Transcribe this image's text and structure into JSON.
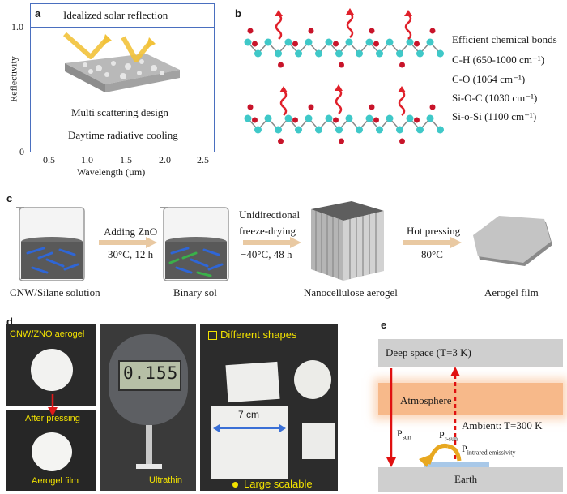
{
  "panel_a": {
    "label": "a",
    "title": "Idealized solar reflection",
    "ylabel": "Reflectivity",
    "xlabel": "Wavelength (µm)",
    "y_ticks": [
      "1.0",
      "0"
    ],
    "x_ticks": [
      "0.5",
      "1.0",
      "1.5",
      "2.0",
      "2.5"
    ],
    "text1": "Multi scattering design",
    "text2": "Daytime radiative cooling"
  },
  "panel_b": {
    "label": "b",
    "heading": "Efficient chemical bonds",
    "bonds": [
      "C-H (650-1000 cm⁻¹)",
      "C-O (1064 cm⁻¹)",
      "Si-O-C (1030 cm⁻¹)",
      "Si-o-Si (1100 cm⁻¹)"
    ]
  },
  "panel_c": {
    "label": "c",
    "step1": "CNW/Silane solution",
    "arrow1_top": "Adding ZnO",
    "arrow1_bottom": "30°C, 12 h",
    "step2": "Binary sol",
    "arrow2_top1": "Unidirectional",
    "arrow2_top2": "freeze-drying",
    "arrow2_bottom": "−40°C, 48 h",
    "step3": "Nanocellulose aerogel",
    "arrow3_top": "Hot pressing",
    "arrow3_bottom": "80°C",
    "step4": "Aerogel film"
  },
  "panel_d": {
    "label": "d",
    "photo1_top": "CNW/ZNO aerogel",
    "photo1_mid": "After pressing",
    "photo1_bottom": "Aerogel film",
    "gauge_reading": "0.155",
    "photo2_caption": "Ultrathin",
    "photo3_top": "Different shapes",
    "photo3_dim": "7 cm",
    "photo3_bottom": "Large scalable"
  },
  "panel_e": {
    "label": "e",
    "space": "Deep space (T=3 K)",
    "atmosphere": "Atmosphere",
    "ambient": "Ambient: T=300 K",
    "p_sun": "P",
    "p_sun_sub": "sun",
    "p_rsun": "P",
    "p_rsun_sub": "r-sun",
    "p_ir": "P",
    "p_ir_sub": "intrared emissivity",
    "earth": "Earth"
  },
  "colors": {
    "frame_blue": "#4a6fbf",
    "mol_cyan": "#3fc8c8",
    "mol_red": "#c8142a",
    "wave_red": "#e0202a",
    "atmosphere": "#f7b98a",
    "grey_band": "#cfcfcf",
    "arrow_red": "#e01010",
    "arrow_yellow": "#e8a820"
  }
}
